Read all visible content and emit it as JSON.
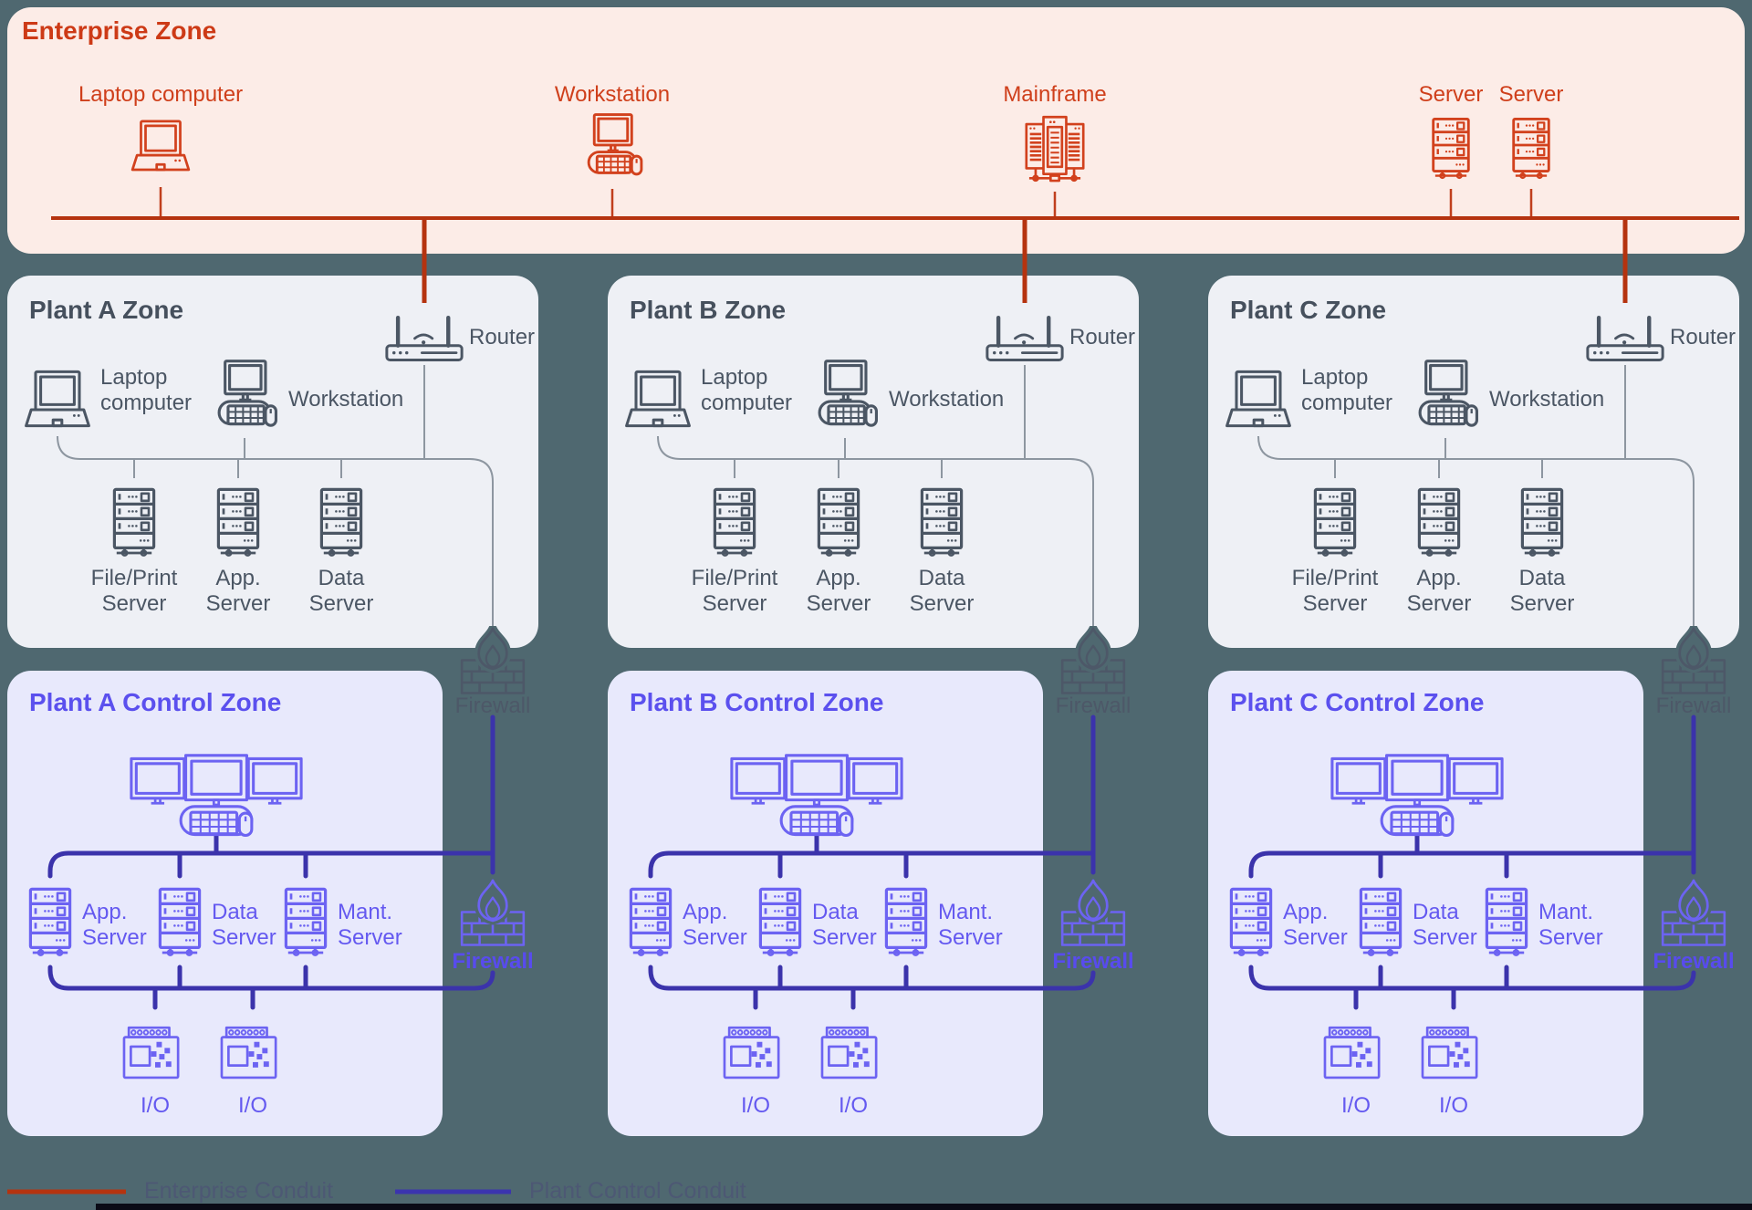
{
  "page": {
    "background_color": "#4f6870",
    "bottom_bar_color": "#0a0a16"
  },
  "enterprise_zone": {
    "title": "Enterprise Zone",
    "bg_color": "#fcece7",
    "accent_color": "#cf3f1b",
    "devices": [
      {
        "name": "laptop",
        "label": "Laptop computer"
      },
      {
        "name": "workstation",
        "label": "Workstation"
      },
      {
        "name": "mainframe",
        "label": "Mainframe"
      },
      {
        "name": "server-1",
        "label": "Server"
      },
      {
        "name": "server-2",
        "label": "Server"
      }
    ]
  },
  "plant_zones": [
    {
      "title": "Plant A Zone",
      "router_label": "Router",
      "laptop_label": "Laptop computer",
      "workstation_label": "Workstation",
      "servers": [
        "File/Print Server",
        "App. Server",
        "Data Server"
      ],
      "firewall_label": "Firewall"
    },
    {
      "title": "Plant B Zone",
      "router_label": "Router",
      "laptop_label": "Laptop computer",
      "workstation_label": "Workstation",
      "servers": [
        "File/Print Server",
        "App. Server",
        "Data Server"
      ],
      "firewall_label": "Firewall"
    },
    {
      "title": "Plant C Zone",
      "router_label": "Router",
      "laptop_label": "Laptop computer",
      "workstation_label": "Workstation",
      "servers": [
        "File/Print Server",
        "App. Server",
        "Data Server"
      ],
      "firewall_label": "Firewall"
    }
  ],
  "control_zones": [
    {
      "title": "Plant A Control Zone",
      "servers": [
        "App. Server",
        "Data Server",
        "Mant. Server"
      ],
      "io": [
        "I/O",
        "I/O"
      ],
      "firewall_label": "Firewall"
    },
    {
      "title": "Plant B Control Zone",
      "servers": [
        "App. Server",
        "Data Server",
        "Mant. Server"
      ],
      "io": [
        "I/O",
        "I/O"
      ],
      "firewall_label": "Firewall"
    },
    {
      "title": "Plant C Control Zone",
      "servers": [
        "App. Server",
        "Data Server",
        "Mant. Server"
      ],
      "io": [
        "I/O",
        "I/O"
      ],
      "firewall_label": "Firewall"
    }
  ],
  "legend": {
    "enterprise": {
      "label": "Enterprise Conduit",
      "color": "#b5330f"
    },
    "plant_control": {
      "label": "Plant Control Conduit",
      "color": "#3b34ae"
    }
  }
}
